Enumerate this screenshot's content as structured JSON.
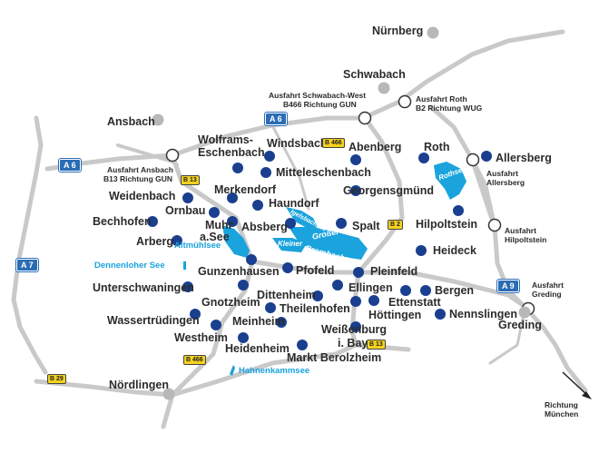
{
  "places": {
    "nuernberg": "Nürnberg",
    "schwabach": "Schwabach",
    "ansbach": "Ansbach",
    "wolframs": "Wolframs-",
    "eschenbach": "Eschenbach",
    "windsbach": "Windsbach",
    "abenberg": "Abenberg",
    "roth": "Roth",
    "allersberg": "Allersberg",
    "mitteleschenbach": "Mitteleschenbach",
    "weidenbach": "Weidenbach",
    "merkendorf": "Merkendorf",
    "georgensgmuend": "Georgensgmünd",
    "ornbau": "Ornbau",
    "haundorf": "Haundorf",
    "bechhofen": "Bechhofen",
    "muhr1": "Muhr",
    "muhr2": "a.See",
    "absberg": "Absberg",
    "spalt": "Spalt",
    "hilpoltstein": "Hilpoltstein",
    "arberg": "Arberg",
    "heideck": "Heideck",
    "gunzenhausen": "Gunzenhausen",
    "pfofeld": "Pfofeld",
    "pleinfeld": "Pleinfeld",
    "unterschwaningen": "Unterschwaningen",
    "ellingen": "Ellingen",
    "bergen": "Bergen",
    "gnotzheim": "Gnotzheim",
    "dittenheim": "Dittenheim",
    "ettenstatt": "Ettenstatt",
    "theilenhofen": "Theilenhofen",
    "hoettingen": "Höttingen",
    "nennslingen": "Nennslingen",
    "wassertruedingen": "Wassertrüdingen",
    "meinheim": "Meinheim",
    "weissenburg1": "Weißenburg",
    "weissenburg2": "i. Bay.",
    "westheim": "Westheim",
    "greding": "Greding",
    "heidenheim": "Heidenheim",
    "markt_berolzheim": "Markt Berolzheim",
    "noerdlingen": "Nördlingen"
  },
  "exits": {
    "schwabach_west_1": "Ausfahrt Schwabach-West",
    "schwabach_west_2": "B466 Richtung GUN",
    "roth_1": "Ausfahrt Roth",
    "roth_2": "B2 Richtung WUG",
    "ansbach_1": "Ausfahrt Ansbach",
    "ansbach_2": "B13 Richtung GUN",
    "allersberg_1": "Ausfahrt",
    "allersberg_2": "Allersberg",
    "hilpoltstein_1": "Ausfahrt",
    "hilpoltstein_2": "Hilpoltstein",
    "greding_1": "Ausfahrt",
    "greding_2": "Greding",
    "muenchen_1": "Richtung",
    "muenchen_2": "München"
  },
  "lakes": {
    "altmuehlsee": "Altmühlsee",
    "dennenloher": "Dennenloher See",
    "hahnenkammsee": "Hahnenkammsee",
    "rothsee": "Rothsee",
    "igelsbachsee": "Igelsbachsee",
    "kleiner": "Kleiner",
    "grosser1": "Großer",
    "grosser2": "Brombachsee"
  },
  "roads": {
    "a6_right": "A 6",
    "a6_left": "A 6",
    "a7": "A 7",
    "a9": "A 9",
    "b13_top": "B 13",
    "b466_top": "B 466",
    "b2": "B 2",
    "b466_bottom": "B 466",
    "b13_bottom": "B 13",
    "b29": "B 29"
  },
  "colors": {
    "town_marker": "#1a3f8f",
    "city_marker": "#b8b8b8",
    "road": "#c9c9c9",
    "lake": "#1aa3dd",
    "motorway_shield": "#2b6db5",
    "federal_road_shield": "#f5d21f"
  }
}
